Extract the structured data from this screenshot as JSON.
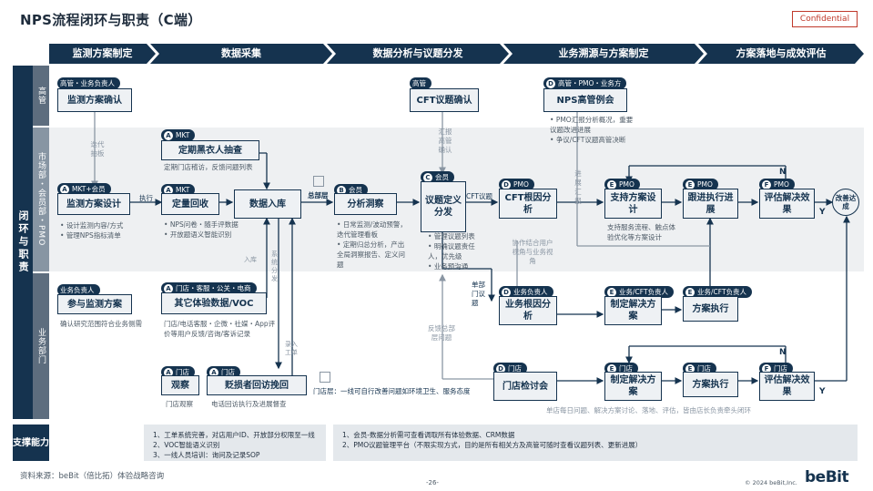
{
  "header": {
    "title": "NPS流程闭环与职责（C端）",
    "confidential": "Confidential"
  },
  "phases": [
    "监测方案制定",
    "数据采集",
    "数据分析与议题分发",
    "业务溯源与方案制定",
    "方案落地与成效评估"
  ],
  "rows": {
    "main": "闭环与职责",
    "exec": "高管",
    "market": "市场部・会员部・PMO",
    "biz": "业务部门"
  },
  "boxes": {
    "b1": {
      "text": "监测方案确认",
      "tag": "高管・业务负责人"
    },
    "b2": {
      "text": "监测方案设计",
      "tag": "MKT+会员",
      "letter": "A"
    },
    "b3": {
      "text": "参与监测方案",
      "tag": "业务负责人"
    },
    "b4": {
      "text": "定期黑衣人抽查",
      "tag": "MKT",
      "letter": "A"
    },
    "b5": {
      "text": "定量回收",
      "tag": "MKT",
      "letter": "A"
    },
    "b6": {
      "text": "数据入库"
    },
    "b7": {
      "text": "其它体验数据/VOC",
      "tag": "门店・客服・公关・电商",
      "letter": "A"
    },
    "b8": {
      "text": "观察",
      "tag": "门店",
      "letter": "A"
    },
    "b9": {
      "text": "贬损者回访挽回",
      "tag": "门店",
      "letter": "A"
    },
    "b10": {
      "text": "分析洞察",
      "tag": "会员",
      "letter": "B"
    },
    "b11": {
      "text": "CFT议题确认",
      "tag": "高管"
    },
    "b12": {
      "text": "议题定义分发",
      "tag": "会员",
      "letter": "C"
    },
    "b13": {
      "text": "CFT根因分析",
      "tag": "PMO",
      "letter": "D"
    },
    "b14": {
      "text": "NPS高管例会",
      "tag": "高管・PMO・业务方",
      "letter": "D"
    },
    "b15": {
      "text": "业务根因分析",
      "tag": "业务负责人",
      "letter": "D"
    },
    "b16": {
      "text": "门店检讨会",
      "tag": "门店",
      "letter": "D"
    },
    "b17": {
      "text": "支持方案设计",
      "tag": "PMO",
      "letter": "E"
    },
    "b18": {
      "text": "跟进执行进展",
      "tag": "PMO",
      "letter": "E"
    },
    "b19": {
      "text": "评估解决效果",
      "tag": "PMO",
      "letter": "F"
    },
    "b20": {
      "text": "制定解决方案",
      "tag": "业务/CFT负责人",
      "letter": "E"
    },
    "b21": {
      "text": "方案执行",
      "tag": "业务/CFT负责人",
      "letter": "E"
    },
    "b22": {
      "text": "制定解决方案",
      "tag": "门店",
      "letter": "E"
    },
    "b23": {
      "text": "方案执行",
      "tag": "门店",
      "letter": "E"
    },
    "b24": {
      "text": "评估解决效果",
      "tag": "门店",
      "letter": "F"
    },
    "end": {
      "text": "改善达成"
    }
  },
  "notes": {
    "n1": [
      "设计监测内容/方式",
      "管理NPS指标清单"
    ],
    "n2": "确认研究范围符合业务侧需",
    "n3": "定期门店稽访，反馈问题列表",
    "n4": [
      "NPS问卷・随手评数据",
      "开放题语义智能识别"
    ],
    "n5": "门店/电话客服・企微・社媒・App评价等用户反馈/咨询/客诉记录",
    "n6": "门店观察",
    "n7": "电话回访执行及进展督查",
    "n8": [
      "日常监测/波动预警，迭代管理看板",
      "定期归总分析，产出全局洞察报告、定义问题"
    ],
    "n9": [
      "管理议题列表",
      "明确议题责任人，优先级",
      "业务预沟通"
    ],
    "n10": [
      "PMO汇报分析概况，重要议题改进进展",
      "争议/CFT议题高管决断"
    ],
    "n11": "支持服务流程、触点体验优化等方案设计",
    "n12": "单店每日问题、解决方案讨论、落地、评估，皆由店长负责牵头闭环",
    "n13": "门店层：一线可自行改善问题如环境卫生、服务态度"
  },
  "labels": {
    "iter": "迭代拍板",
    "exec_lbl": "执行",
    "hq": "总部层",
    "report": "汇报高管确认",
    "cft": "CFT议题",
    "dept": "单部门议题",
    "coord": "协作结合用户视角与业务视角",
    "progress": "进展汇报",
    "feedback": "反馈总部层问题",
    "store_in": "录入工单",
    "enter": "入库",
    "sync": "系统分发",
    "n": "N",
    "y": "Y"
  },
  "support": {
    "label": "支撑能力",
    "left": [
      "1、工单系统完善，对店用户ID、开放部分权限至一线",
      "2、VOC智能语义识别",
      "3、一线人员培训：询问及记录SOP"
    ],
    "right": [
      "1、会员-数据分析需可查看调取所有体验数据、CRM数据",
      "2、PMO议题管理平台（不限实现方式，目的是所有相关方及高管可随时查看议题列表、更新进展）"
    ]
  },
  "footer": {
    "source": "资料来源：beBit（倍比拓）体验战略咨询",
    "page": "-26-",
    "copyright": "© 2024 beBit,Inc.",
    "logo": "beBit"
  }
}
